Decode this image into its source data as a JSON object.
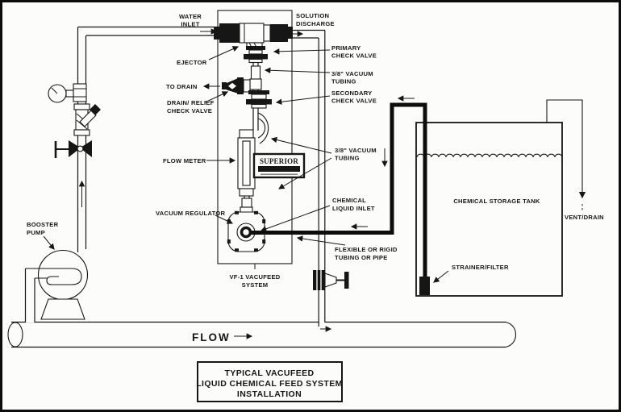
{
  "diagram": {
    "ink": "#161616",
    "labels": {
      "water_inlet": [
        "WATER",
        "INLET"
      ],
      "solution_discharge": [
        "SOLUTION",
        "DISCHARGE"
      ],
      "ejector": "EJECTOR",
      "primary_check_valve": [
        "PRIMARY",
        "CHECK VALVE"
      ],
      "vacuum_tubing_top": [
        "3/8\" VACUUM",
        "TUBING"
      ],
      "secondary_check_valve": [
        "SECONDARY",
        "CHECK VALVE"
      ],
      "to_drain": "TO DRAIN",
      "drain_relief_check_valve": [
        "DRAIN/ RELIEF",
        "CHECK VALVE"
      ],
      "flow_meter": "FLOW METER",
      "superior_logo": "SUPERIOR",
      "vacuum_tubing_mid": [
        "3/8\" VACUUM",
        "TUBING"
      ],
      "vacuum_regulator": "VACUUM REGULATOR",
      "chemical_liquid_inlet": [
        "CHEMICAL",
        "LIQUID INLET"
      ],
      "vf1_system": [
        "VF-1 VACUFEED",
        "SYSTEM"
      ],
      "flexible_tubing": [
        "FLEXIBLE OR RIGID",
        "TUBING OR PIPE"
      ],
      "booster_pump": [
        "BOOSTER",
        "PUMP"
      ],
      "chemical_storage_tank": "CHEMICAL STORAGE TANK",
      "strainer_filter": "STRAINER/FILTER",
      "vent_drain": "VENT/DRAIN",
      "flow": "FLOW"
    },
    "title_box": [
      "TYPICAL VACUFEED",
      "LIQUID CHEMICAL FEED SYSTEM",
      "INSTALLATION"
    ]
  }
}
